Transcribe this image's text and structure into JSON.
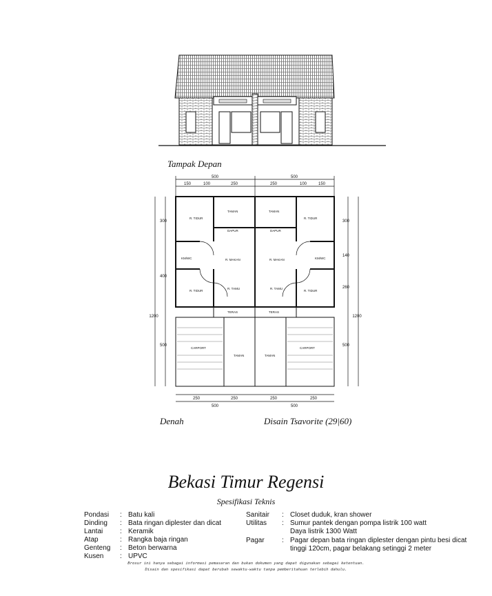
{
  "captions": {
    "front_view": "Tampak Depan",
    "plan": "Denah",
    "design": "Disain Tsavorite  (29|60)"
  },
  "title": "Bekasi Timur Regensi",
  "subtitle": "Spesifikasi Teknis",
  "specs_left": [
    {
      "label": "Pondasi",
      "value": "Batu kali"
    },
    {
      "label": "Dinding",
      "value": "Bata ringan diplester dan dicat"
    },
    {
      "label": "Lantai",
      "value": "Keramik"
    },
    {
      "label": "Atap",
      "value": "Rangka baja ringan"
    },
    {
      "label": "Genteng",
      "value": "Beton berwarna"
    },
    {
      "label": "Kusen",
      "value": "UPVC"
    }
  ],
  "specs_right": [
    {
      "label": "Sanitair",
      "value": "Closet duduk, kran shower"
    },
    {
      "label": "Utilitas",
      "value": "Sumur pantek dengan pompa listrik 100 watt",
      "value2": "Daya listrik 1300 Watt"
    },
    {
      "label": "Pagar",
      "value": "Pagar depan bata ringan diplester dengan pintu besi dicat",
      "value2": "tinggi 120cm, pagar belakang setinggi 2 meter"
    }
  ],
  "disclaimer": {
    "line1": "Brosur ini hanya sebagai informasi pemasaran dan bukan dokumen yang dapat digunakan sebagai ketentuan.",
    "line2": "Disain dan spesifikasi dapat berubah sewaktu-waktu tanpa pemberitahuan terlebih dahulu."
  },
  "plan": {
    "rooms": {
      "bed1": "R. TIDUR",
      "taman_top": "TAMAN",
      "dapur": "DAPUR",
      "kmwc": "KM/WC",
      "makan": "R. MAKAN",
      "tamu": "R. TAMU",
      "teras": "TERAS",
      "carport": "CARPORT",
      "taman_front": "TAMAN"
    },
    "dims_top": {
      "total": "500",
      "a": "150",
      "b": "100",
      "c": "250"
    },
    "dims_bottom": {
      "total": "500",
      "a": "250",
      "b": "250"
    },
    "dims_side": {
      "total": "1200",
      "d1": "300",
      "d2": "400",
      "d3": "500",
      "d4": "140",
      "d5": "260"
    }
  }
}
